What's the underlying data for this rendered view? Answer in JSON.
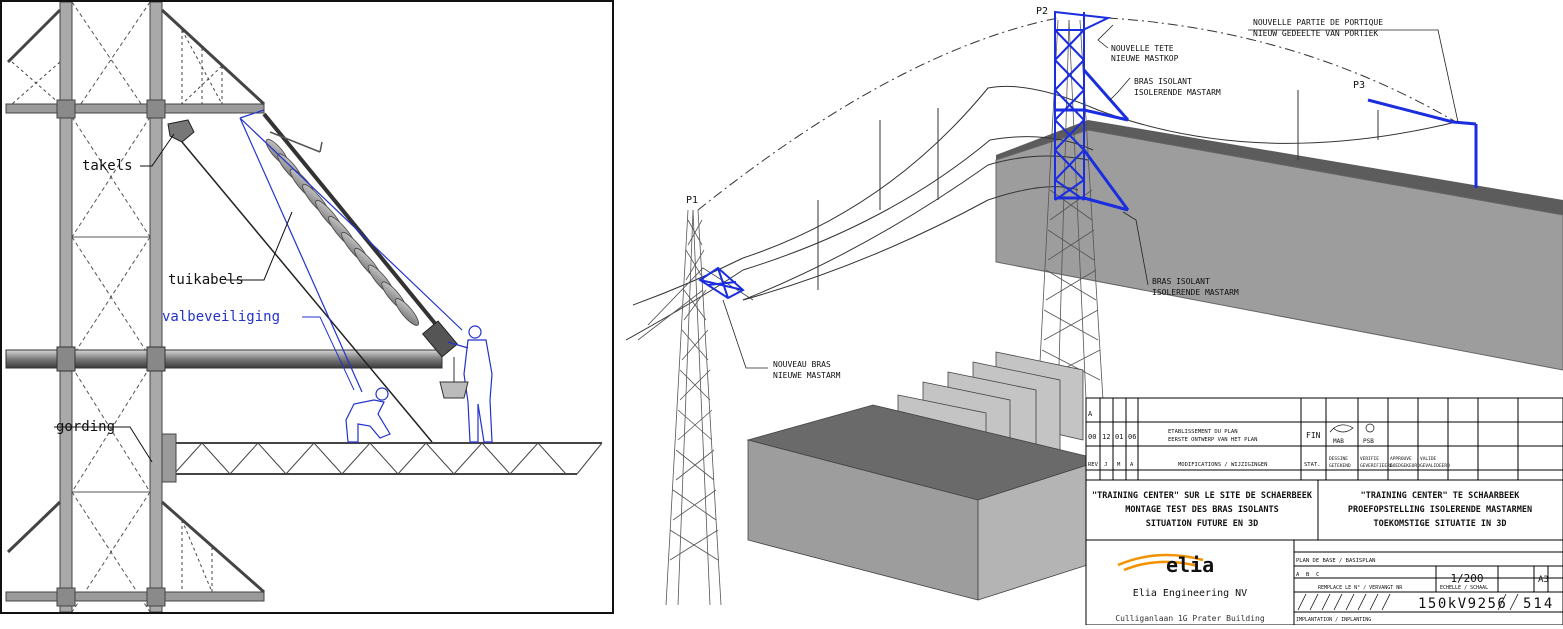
{
  "left_drawing": {
    "labels": {
      "takels": "takels",
      "tuikabels": "tuikabels",
      "valbeveiliging": "valbeveiliging",
      "gording": "gording"
    }
  },
  "right_drawing": {
    "points": {
      "p1": "P1",
      "p2": "P2",
      "p3": "P3"
    },
    "callouts": {
      "tete_fr": "NOUVELLE TETE",
      "tete_nl": "NIEUWE MASTKOP",
      "bras_top_fr": "BRAS ISOLANT",
      "bras_top_nl": "ISOLERENDE MASTARM",
      "portique_fr": "NOUVELLE PARTIE DE PORTIQUE",
      "portique_nl": "NIEUW GEDEELTE VAN PORTIEK",
      "bras_bot_fr": "BRAS ISOLANT",
      "bras_bot_nl": "ISOLERENDE MASTARM",
      "nouveau_fr": "NOUVEAU BRAS",
      "nouveau_nl": "NIEUWE MASTARM"
    },
    "title_block": {
      "rev_a": "A",
      "rev_00": "00",
      "date_d": "12",
      "date_m": "01",
      "date_y": "06",
      "etab_fr": "ETABLISSEMENT DU PLAN",
      "etab_nl": "EERSTE ONTWERP VAN HET PLAN",
      "fin": "FIN",
      "mab": "MAB",
      "psb": "PSB",
      "rev_hdr": "REV",
      "j_hdr": "J",
      "m_hdr": "M",
      "a_hdr": "A",
      "modif": "MODIFICATIONS / WIJZIGINGEN",
      "stat": "STAT.",
      "dessine": "DESSINE",
      "getekend": "GETEKEND",
      "verifie": "VERIFIE",
      "geverifieerd": "GEVERIFIEERD",
      "approuve": "APPROUVE",
      "goedgekeurd": "GOEDGEKEURD",
      "valide": "VALIDE",
      "gevalideerd": "GEVALIDEERD",
      "title_fr_1": "\"TRAINING CENTER\" SUR LE SITE DE SCHAERBEEK",
      "title_fr_2": "MONTAGE TEST DES BRAS ISOLANTS",
      "title_fr_3": "SITUATION FUTURE EN 3D",
      "title_nl_1": "\"TRAINING CENTER\" TE SCHAARBEEK",
      "title_nl_2": "PROEFOPSTELLING ISOLERENDE MASTARMEN",
      "title_nl_3": "TOEKOMSTIGE SITUATIE IN 3D",
      "logo": "elia",
      "company": "Elia Engineering NV",
      "address": "Culliganlaan 1G Prater Building",
      "plan_base": "PLAN DE BASE / BASISPLAN",
      "scale": "1/200",
      "format": "A3",
      "remplace": "REMPLACE LE N° / VERVANGT NR",
      "echelle": "ECHELLE / SCHAAL",
      "plan_no": "150kV9256",
      "sheet": "514",
      "implant": "IMPLANTATION / INPLANTING",
      "ab": "A",
      "bc": "B",
      "c": "C"
    }
  },
  "colors": {
    "highlight_blue": "#1a2ee0",
    "building_grey": "#9a9a9a",
    "building_dark": "#5c5c5c",
    "logo_orange": "#f39200"
  }
}
